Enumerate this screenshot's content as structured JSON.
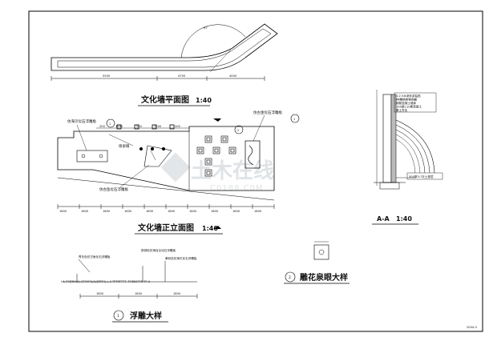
{
  "drawing": {
    "sheet_number": "2004-3",
    "plan": {
      "title": "文化墙平面图",
      "scale": "1:40",
      "dims": [
        "5500",
        "4750",
        "4000"
      ],
      "radius_label": "R7"
    },
    "elevation": {
      "title": "文化墙正立面图",
      "scale": "1:40",
      "callouts": {
        "relief1": "仿海贝化石浮雕板",
        "relief2": "仿古鱼化石浮雕板",
        "relief3": "仿古金化石浮雕板",
        "spring": "喷泉眼"
      },
      "markers": [
        "1",
        "2",
        "1"
      ],
      "dim_top": [
        "200",
        "1200",
        "200",
        "1200",
        "200"
      ],
      "dim_bottom": [
        "1800",
        "1800",
        "1800",
        "1800",
        "1800",
        "1800",
        "1800",
        "1800",
        "1800",
        "1800"
      ]
    },
    "section": {
      "title": "A-A",
      "scale": "1:40",
      "notes": [
        "1:2.5水泥砂浆粘贴",
        "20厚仿古化石板",
        "钢筋混凝土墙体",
        "100厚C10素混凝土",
        "素土夯实"
      ],
      "base_note": "300厚3:7灰土垫层"
    },
    "detail1": {
      "marker": "1",
      "title": "浮雕大样",
      "labels": [
        "青灰色仿古鱼化石浮雕板",
        "铁锈色仿海百合化石浮雕板",
        "黄砂色仿海贝化石浮雕板"
      ],
      "dims": [
        "1800",
        "1800",
        "1800"
      ],
      "strip_text": "I-A-FY@RfIr/J)-STOYFf)/A)@RTH(⊥-2-TPTRTTTT--TFIREETFR-TF-A"
    },
    "detail2": {
      "marker": "2",
      "title": "雕花泉眼大样"
    },
    "watermark": {
      "brand": "土木在线",
      "url": "C0188.C0M"
    }
  }
}
